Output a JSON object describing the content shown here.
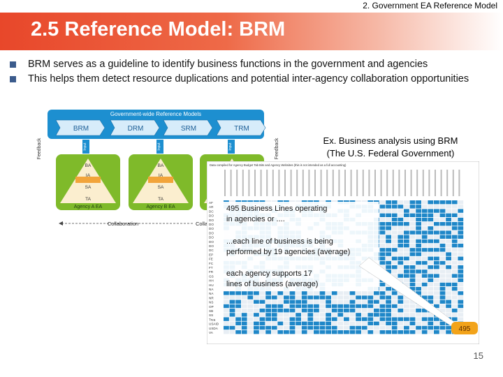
{
  "slide": {
    "breadcrumb": "2. Government EA Reference Model",
    "title": "2.5 Reference Model: BRM",
    "bullets": [
      "BRM serves as a guideline to identify business functions in the government and agencies",
      "This helps them detect resource duplications and potential inter-agency collaboration opportunities"
    ],
    "page_number": "15"
  },
  "colors": {
    "title_banner": "#e8472a",
    "bullet_square": "#3b5b8c",
    "diagram_blue": "#1d8fd0",
    "diagram_green": "#7fba2a",
    "table_blue": "#1f87c8"
  },
  "figure": {
    "diagram": {
      "header": "Government-wide Reference Models",
      "models": [
        "BRM",
        "DRM",
        "SRM",
        "TRM"
      ],
      "feedback_left": "Feedback",
      "feedback_right": "Feedback",
      "input": "Input",
      "pyramid_levels": [
        "BA",
        "IA",
        "SA",
        "TA"
      ],
      "agencies": [
        "Agency A EA",
        "Agency B EA"
      ],
      "collaboration": "Collaboration",
      "collaboration_partial": "Collaborati"
    },
    "caption": {
      "line1": "Ex. Business analysis using BRM",
      "line2": "(The U.S. Federal Government)"
    },
    "table": {
      "header_note": "Data compiled for Agency Budget Tab Bits and Agency Websites (this is not intended as a full accounting)",
      "callouts": [
        "495 Business Lines operating in agencies or ....",
        "...each line of business is being performed by 19 agencies (average)",
        "each agency supports 17 lines of business (average)"
      ],
      "total_badge": "495",
      "row_codes": [
        "AF",
        "AR",
        "DC",
        "DO",
        "DO",
        "DO",
        "DO",
        "DO",
        "DO",
        "DO",
        "DO",
        "DC",
        "EP",
        "FE",
        "FC",
        "FT",
        "FR",
        "GS",
        "HH",
        "HU",
        "NA",
        "NA",
        "NR",
        "NS",
        "OP",
        "SB",
        "SS",
        "Trea",
        "USAID",
        "USDA",
        "VA"
      ]
    }
  }
}
